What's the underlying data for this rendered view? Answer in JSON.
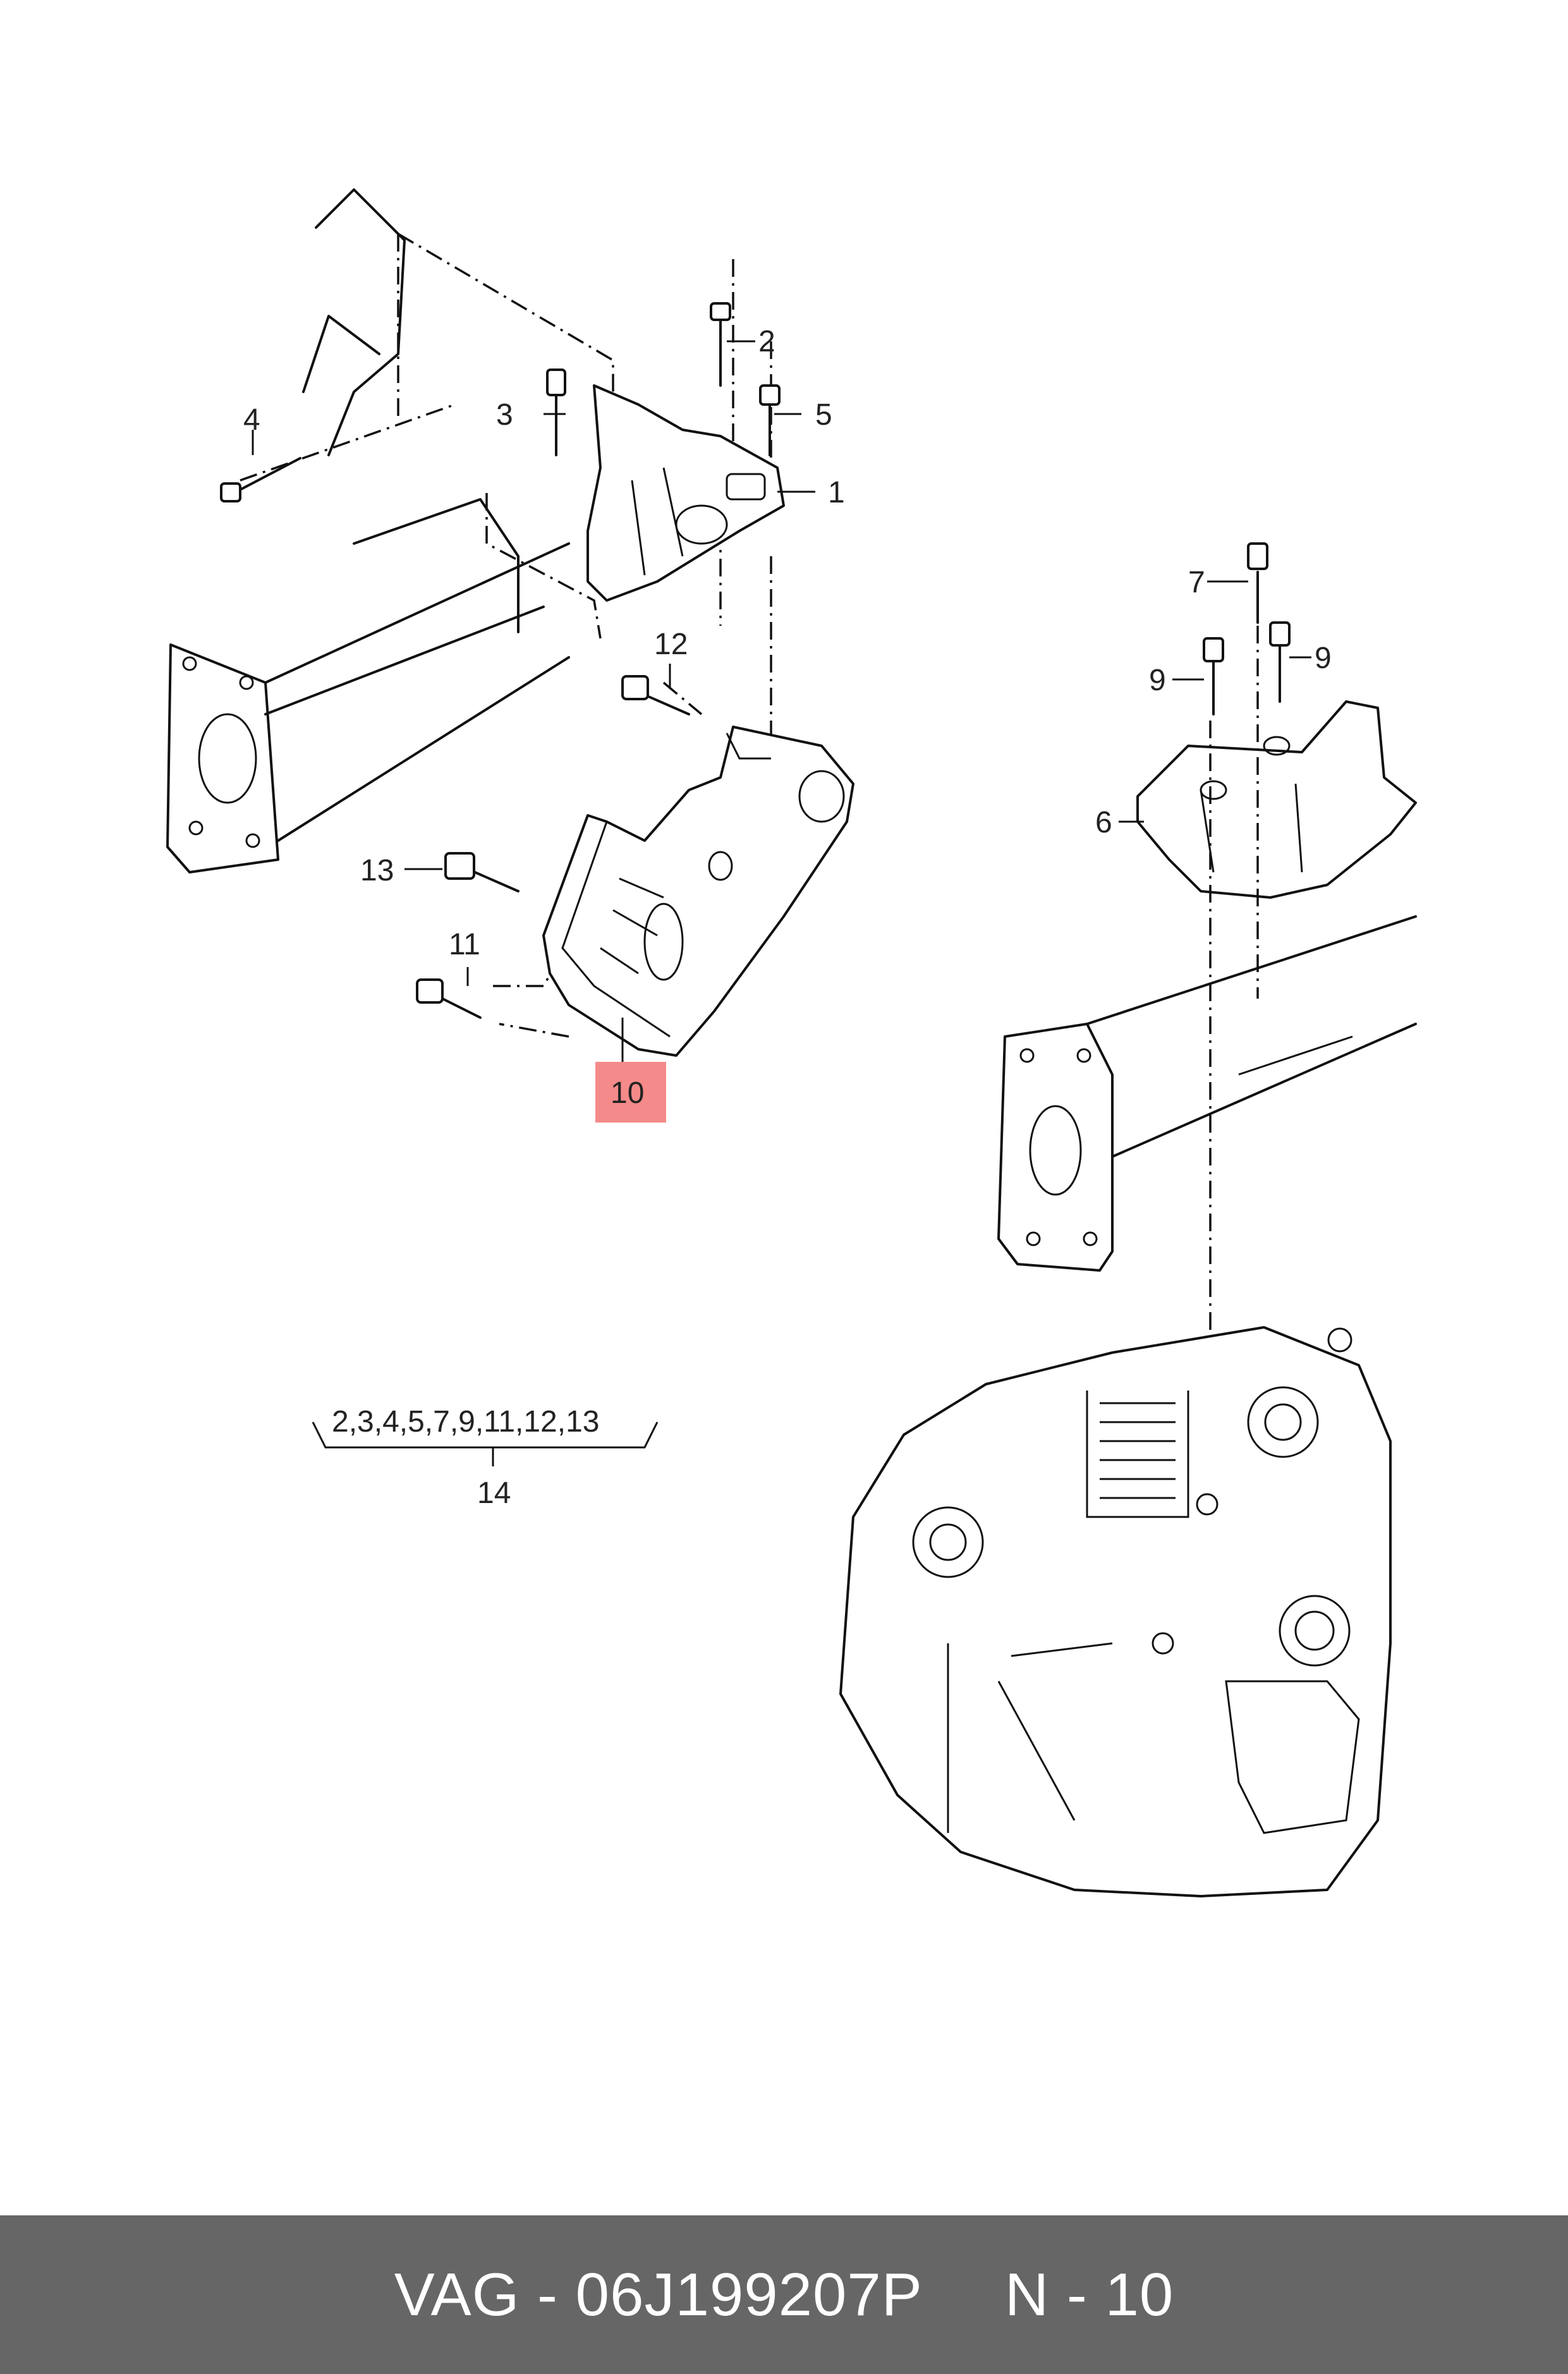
{
  "callouts": {
    "c1": "1",
    "c2": "2",
    "c3": "3",
    "c4": "4",
    "c5": "5",
    "c6": "6",
    "c7": "7",
    "c9a": "9",
    "c9b": "9",
    "c10": "10",
    "c11": "11",
    "c12": "12",
    "c13": "13",
    "c14": "14"
  },
  "group_label": "2,3,4,5,7,9,11,12,13",
  "highlighted_callout": "10",
  "colors": {
    "highlight": "#f58a8a",
    "footer_bg": "#666666",
    "footer_text": "#ffffff"
  },
  "footer": {
    "brand": "VAG",
    "part_number": "06J199207P",
    "ref": "N - 10",
    "separator": " - "
  }
}
